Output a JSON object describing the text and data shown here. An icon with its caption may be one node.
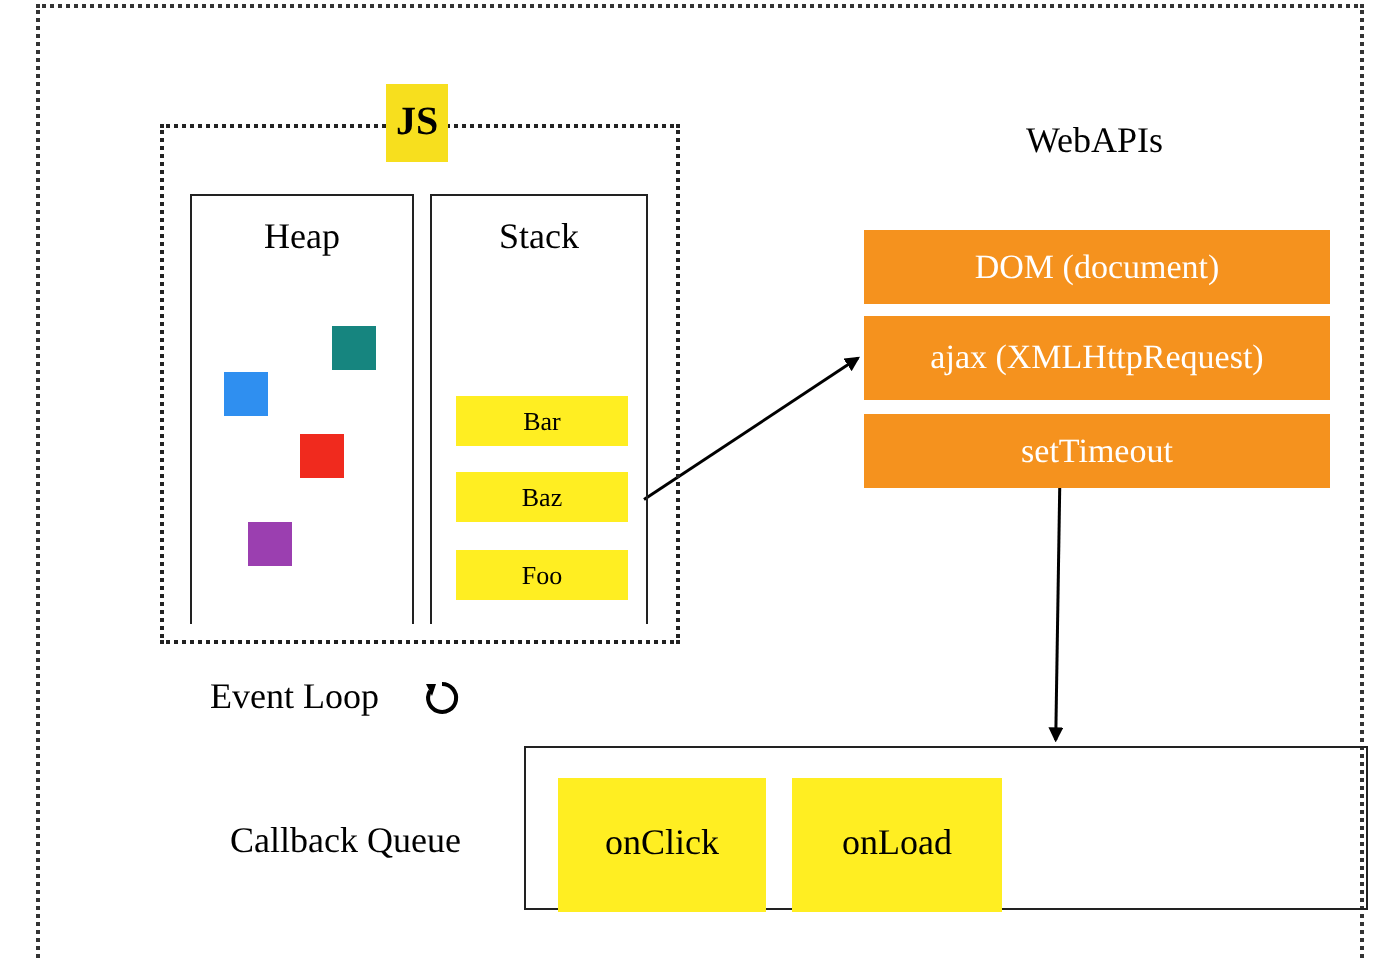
{
  "diagram": {
    "nodes": [
      {
        "text": [
          "JS"
        ]
      },
      {
        "text": [
          "Heap"
        ],
        "in": 0
      },
      {
        "text": [],
        "shape": "box",
        "in": 1
      },
      {
        "text": [],
        "shape": "box",
        "in": 1
      },
      {
        "text": [],
        "shape": "box",
        "in": 1
      },
      {
        "text": [],
        "shape": "box",
        "in": 1
      },
      {
        "text": [
          "Stack"
        ],
        "in": 0
      },
      {
        "text": [
          "Bar"
        ],
        "in": 6
      },
      {
        "text": [
          "Baz"
        ],
        "in": 6
      },
      {
        "text": [
          "Foo"
        ],
        "in": 6
      },
      {
        "text": [
          "DOM (document)"
        ]
      },
      {
        "text": [
          "ajax (XMLHttpRequest)"
        ]
      },
      {
        "text": [
          "setTimeout"
        ]
      },
      {
        "text": [
          "Callback Queue"
        ]
      },
      {
        "text": [
          "onClick"
        ],
        "in": 13
      },
      {
        "text": [
          "onLoad"
        ],
        "in": 13
      }
    ],
    "edges": [
      {
        "from": 6,
        "to": 11,
        "arrow": "to"
      },
      {
        "from": 12,
        "to": 13,
        "arrow": "to"
      }
    ],
    "labels": [
      "WebAPIs",
      "Event Loop"
    ]
  }
}
